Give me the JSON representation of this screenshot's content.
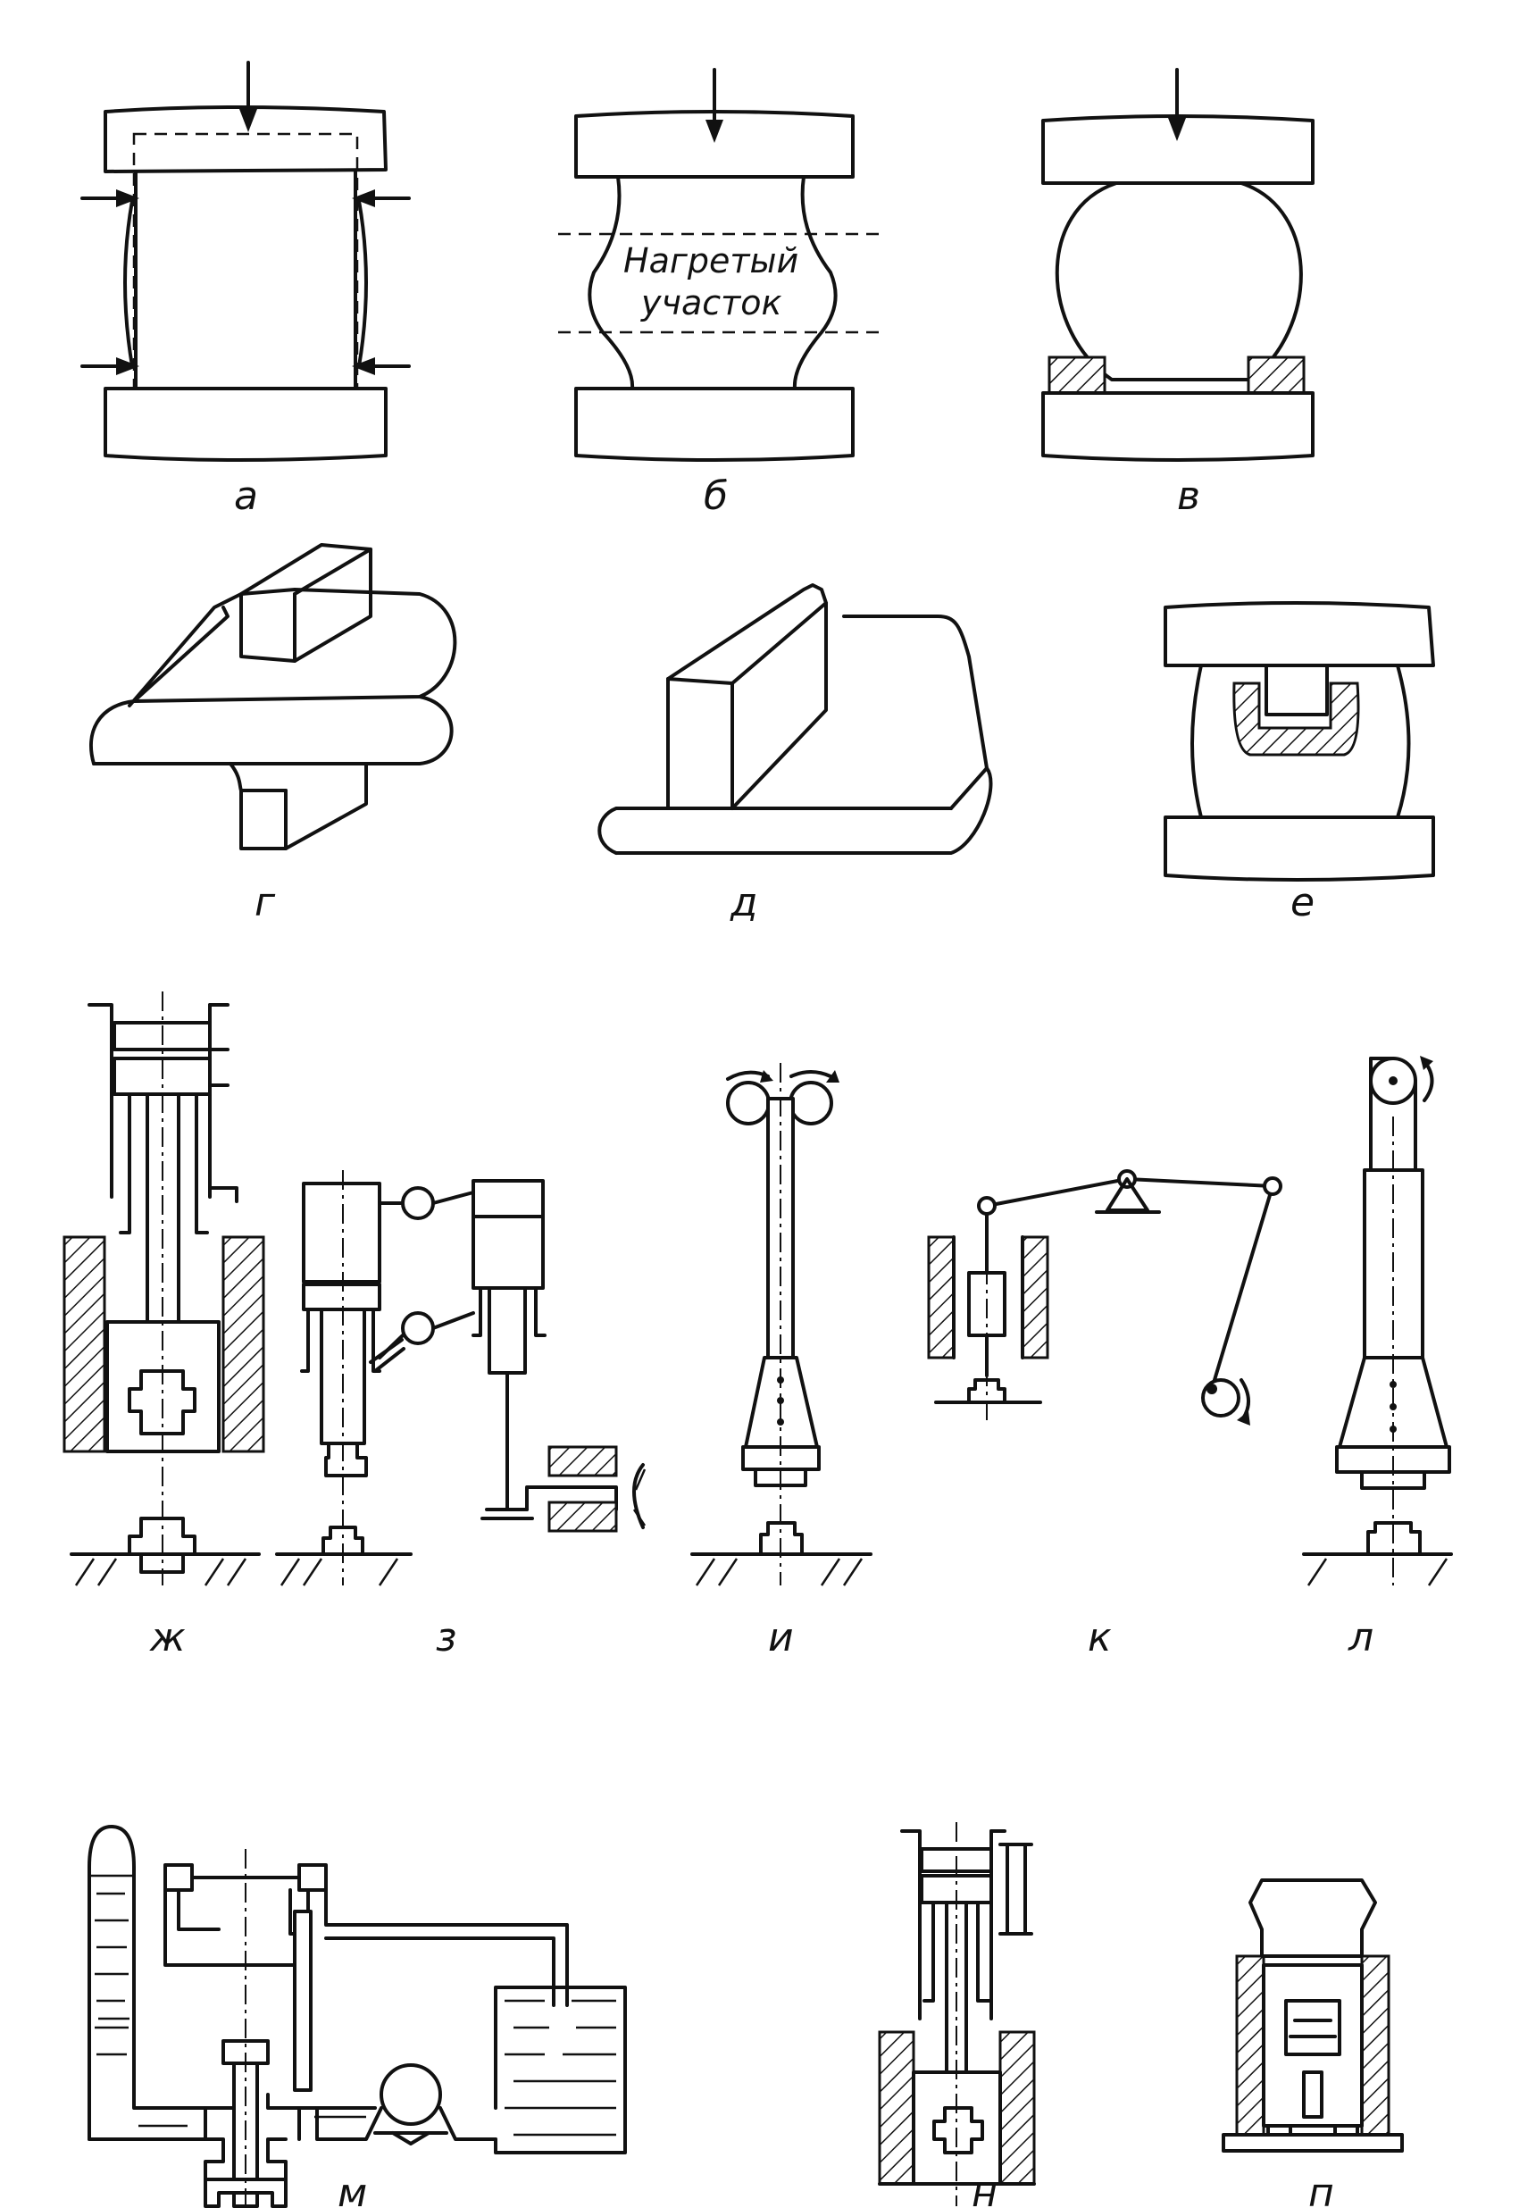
{
  "colors": {
    "ink": "#111111",
    "paper": "#ffffff"
  },
  "figures": {
    "a": {
      "label": "а"
    },
    "b": {
      "label": "б",
      "annotation_line1": "Нагретый",
      "annotation_line2": "участок"
    },
    "v": {
      "label": "в"
    },
    "g": {
      "label": "г"
    },
    "d": {
      "label": "д"
    },
    "e": {
      "label": "е"
    },
    "zh": {
      "label": "ж"
    },
    "z": {
      "label": "з"
    },
    "i": {
      "label": "и"
    },
    "k": {
      "label": "к"
    },
    "l": {
      "label": "л"
    },
    "m": {
      "label": "м"
    },
    "n": {
      "label": "н"
    },
    "o": {
      "label": "п"
    }
  }
}
